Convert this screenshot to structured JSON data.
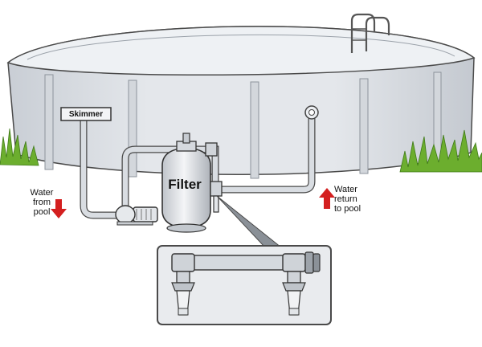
{
  "labels": {
    "skimmer": "Skimmer",
    "filter": "Filter",
    "water_from_pool": [
      "Water",
      "from",
      "pool"
    ],
    "water_return_to_pool": [
      "Water",
      "return",
      "to pool"
    ]
  },
  "colors": {
    "pool_wall": "#dfe3e8",
    "pool_rim": "#eef1f4",
    "outline": "#4a4a4a",
    "pipe": "#d9dde2",
    "arrow_red": "#d41f1f",
    "grass": "#6cae2e",
    "callout_bg": "#e9ebee"
  },
  "icons": {
    "flow_from_pool": "red-down-arrow",
    "flow_return": "red-up-arrow"
  }
}
